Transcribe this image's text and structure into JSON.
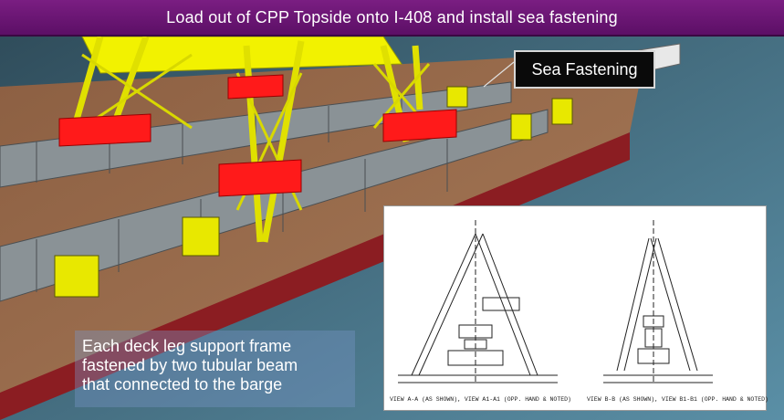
{
  "title": "Load out of CPP Topside onto I-408  and install sea fastening",
  "callout": "Sea Fastening",
  "caption": {
    "line1": "Each deck leg support frame",
    "line2": "fastened by two tubular beam",
    "line3": "that connected to the barge"
  },
  "drawing": {
    "view_a_label": "VIEW A-A (AS SHOWN), VIEW A1-A1 (OPP. HAND & NOTED)",
    "view_b_label": "VIEW B-B (AS SHOWN), VIEW B1-B1 (OPP. HAND & NOTED)"
  },
  "colors": {
    "title_bg": "#6a1572",
    "topside": "#f2f200",
    "support": "#ff1a1a",
    "deck": "#9a6a4a",
    "hull": "#8b1d22",
    "sea": "#3d5f73"
  }
}
